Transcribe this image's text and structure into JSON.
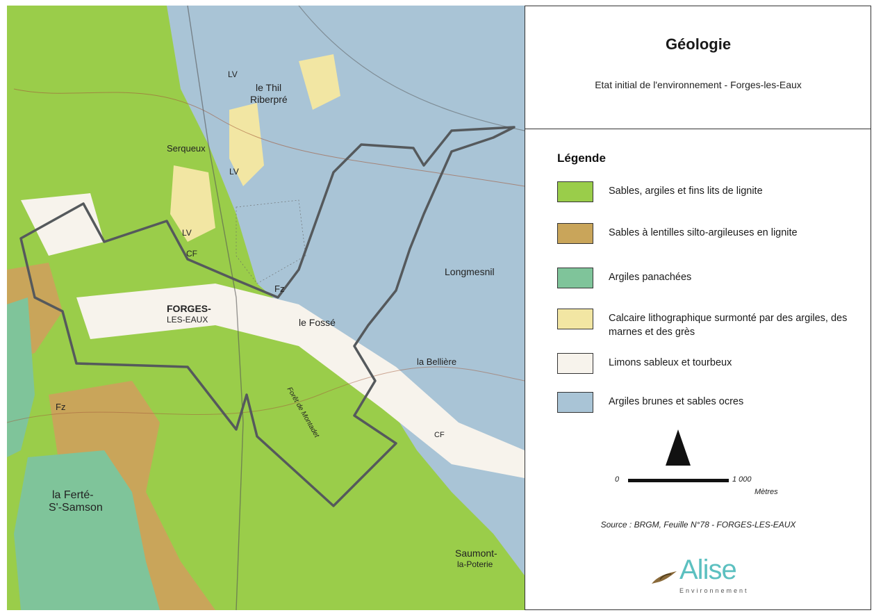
{
  "header": {
    "title": "Géologie",
    "subtitle": "Etat initial de l'environnement - Forges-les-Eaux"
  },
  "legend": {
    "title": "Légende",
    "items": [
      {
        "label": "Sables, argiles et fins lits de lignite",
        "color": "#9acd4a"
      },
      {
        "label": "Sables à lentilles silto-argileuses en lignite",
        "color": "#c9a55a"
      },
      {
        "label": "Argiles panachées",
        "color": "#7fc49a"
      },
      {
        "label": "Calcaire lithographique surmonté par des argiles, des marnes et des grès",
        "color": "#f2e6a3"
      },
      {
        "label": "Limons sableux et tourbeux",
        "color": "#f7f3ec"
      },
      {
        "label": "Argiles brunes et sables ocres",
        "color": "#a9c4d6"
      }
    ]
  },
  "scale": {
    "start_label": "0",
    "end_label": "1 000",
    "unit": "Mètres"
  },
  "source": "Source : BRGM, Feuille N°78 - FORGES-LES-EAUX",
  "logo": {
    "name": "Alise",
    "tagline": "Environnement"
  },
  "map_labels": {
    "forges": "FORGES-",
    "forges2": "LES-EAUX",
    "serqueux": "Serqueux",
    "thil": "le Thil",
    "riberpre": "Riberpré",
    "fosse": "le Fossé",
    "longmesnil": "Longmesnil",
    "belliere": "la Bellière",
    "ferte": "la Ferté-",
    "ferte2": "S'-Samson",
    "saumont": "Saumont-",
    "saumont2": "la-Poterie",
    "fz1": "Fz",
    "fz2": "Fz",
    "lv1": "LV",
    "lv2": "LV",
    "lv3": "LV",
    "cf1": "CF",
    "cf2": "CF",
    "foret": "Forêt de Montadet"
  }
}
